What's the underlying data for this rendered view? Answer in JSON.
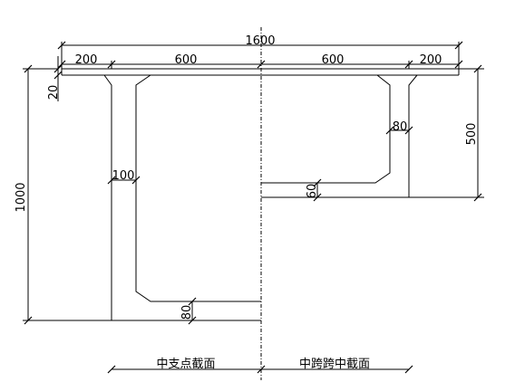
{
  "dimensions": {
    "total_width": "1600",
    "left_flange": "200",
    "left_half_web_span": "600",
    "right_half_web_span": "600",
    "right_flange": "200",
    "flange_thickness": "20",
    "pier_section_height": "1000",
    "midspan_section_height": "500",
    "web_thickness": "100",
    "pier_bottom_slab": "80",
    "midspan_web": "80",
    "midspan_bottom_slab": "60"
  },
  "labels": {
    "left_section": "中支点截面",
    "right_section": "中跨跨中截面"
  }
}
